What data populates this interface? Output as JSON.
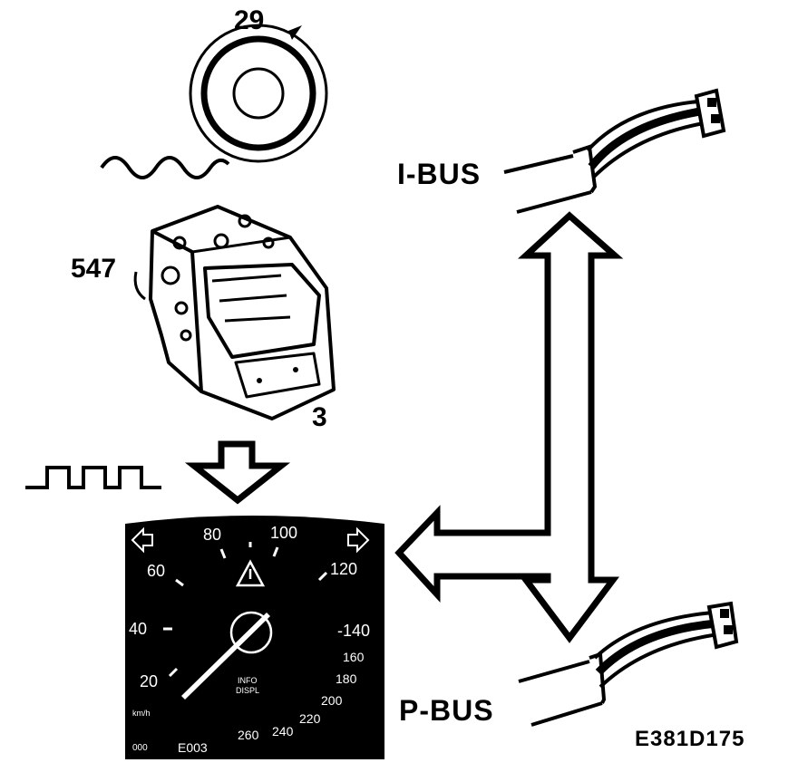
{
  "labels": {
    "wheel_sensor": "29",
    "abs_unit": "547",
    "connector": "3",
    "i_bus": "I-BUS",
    "p_bus": "P-BUS",
    "figure_ref": "E381D175"
  },
  "speedometer": {
    "ticks": [
      "20",
      "40",
      "60",
      "80",
      "100",
      "120",
      "-140",
      "160",
      "180",
      "200",
      "220",
      "240",
      "260"
    ],
    "unit": "km/h",
    "info_line1": "INFO",
    "info_line2": "DISPL",
    "odometer_prefix": "000",
    "odometer_value": "E003"
  },
  "colors": {
    "ink": "#000000",
    "paper": "#ffffff"
  }
}
